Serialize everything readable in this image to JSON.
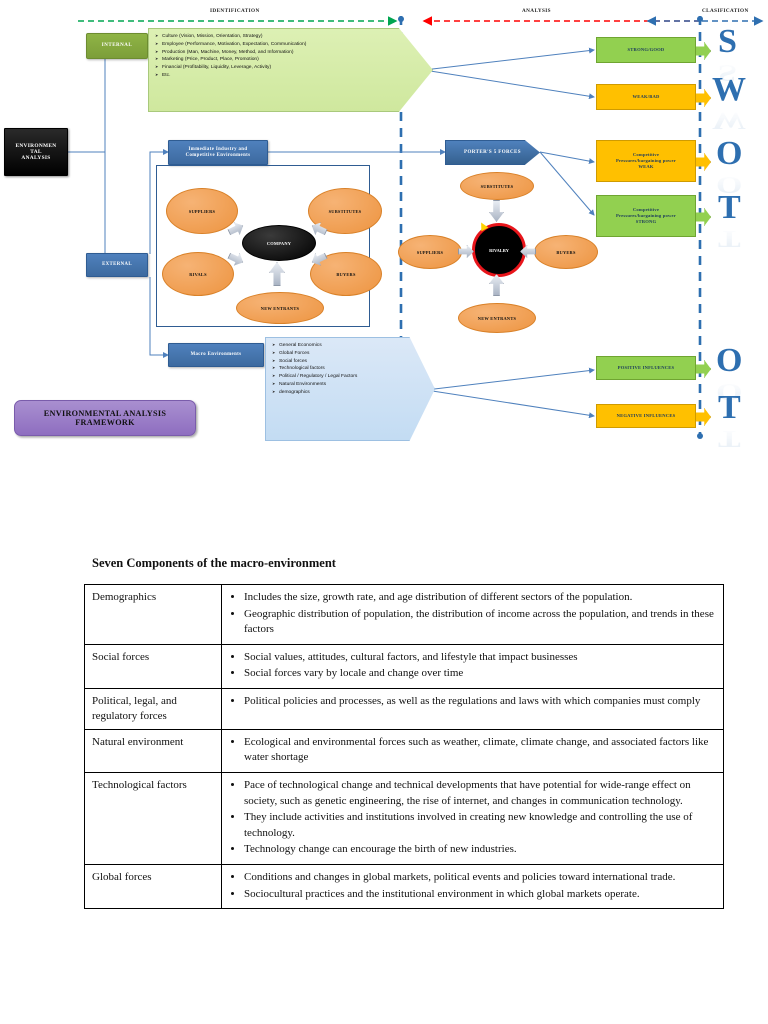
{
  "phases": [
    {
      "label": "IDENTIFICATION",
      "color": "#00a550",
      "style": "green-dashed"
    },
    {
      "label": "ANALYSIS",
      "color": "#ff0000",
      "style": "red-dashed"
    },
    {
      "label": "CLASIFICATION",
      "color": "#2e6fb0",
      "style": "blue-dashed"
    }
  ],
  "root": {
    "label": "ENVIRONMEN TAL ANALYSIS",
    "line1": "ENVIRONMEN",
    "line2": "TAL",
    "line3": "ANALYSIS"
  },
  "branches": {
    "internal": "INTERNAL",
    "external": "EXTERNAL"
  },
  "internal_panel": {
    "items": [
      "Culture (Vision, Mission, Orientation, Strategy)",
      "Employee (Performance, Motivation, Expectation, Communication)",
      "Production (Man, Machine, Money, Method, and Information)",
      "Marketing (Price, Product, Place, Promotion)",
      "Financial (Profitability, Liquidity, Leverage, Activity)",
      "Etc."
    ]
  },
  "macro_panel": {
    "label": "Macro Environments",
    "items": [
      "General Economics",
      "Global Forces",
      "Social forces",
      "Technological factors",
      "Political / Regulatory / Legal Factors",
      "Natural Environments",
      "demographics"
    ]
  },
  "immediate": {
    "line1": "Immediate Industry and",
    "line2": "Competitive Environments"
  },
  "porter_header": "PORTER'S 5 FORCES",
  "left_model": {
    "center": "COMPANY",
    "nodes": [
      "SUPPLIERS",
      "SUBSTITUTES",
      "RIVALS",
      "BUYERS",
      "NEW ENTRANTS"
    ]
  },
  "right_model": {
    "center": "RIVALRY",
    "nodes": [
      "SUBSTITUTES",
      "SUPPLIERS",
      "BUYERS",
      "NEW ENTRANTS"
    ]
  },
  "results": [
    {
      "text": "STRONG/GOOD",
      "color": "green",
      "letter": "S"
    },
    {
      "text": "WEAK/BAD",
      "color": "amber",
      "letter": "W"
    },
    {
      "text": "Competitive Pressures/bargaining power WEAK",
      "l1": "Competitive",
      "l2": "Pressures/bargaining power",
      "l3": "WEAK",
      "color": "amber",
      "letter": "O"
    },
    {
      "text": "Competitive Pressures/bargaining power STRONG",
      "l1": "Competitive",
      "l2": "Pressures/bargaining power",
      "l3": "STRONG",
      "color": "green",
      "letter": "T"
    },
    {
      "text": "POSITIVE INFLUENCES",
      "color": "green",
      "letter": "O"
    },
    {
      "text": "NEGATIVE INFLUENCES",
      "color": "amber",
      "letter": "T"
    }
  ],
  "framework_badge": {
    "line1": "ENVIRONMENTAL ANALYSIS",
    "line2": "FRAMEWORK"
  },
  "document": {
    "title": "Seven Components of the macro-environment",
    "rows": [
      {
        "key": "Demographics",
        "bullets": [
          "Includes the size, growth rate, and age distribution of different sectors of the population.",
          "Geographic distribution of population, the distribution of income across the population, and trends in these factors"
        ]
      },
      {
        "key": "Social forces",
        "bullets": [
          "Social values, attitudes, cultural factors, and lifestyle that impact businesses",
          "Social forces vary by locale and change over time"
        ]
      },
      {
        "key": "Political, legal, and regulatory forces",
        "bullets": [
          "Political policies and processes, as well as the regulations and laws with which companies must comply"
        ]
      },
      {
        "key": "Natural environment",
        "bullets": [
          "Ecological and environmental forces such as weather, climate, climate change, and associated factors like water shortage"
        ]
      },
      {
        "key": "Technological factors",
        "bullets": [
          "Pace of technological change and technical developments that have potential for wide-range effect on society, such as genetic engineering, the rise of internet, and changes in communication technology.",
          "They include activities and institutions involved in creating new knowledge and controlling the use of technology.",
          "Technology change can encourage the birth of new industries."
        ]
      },
      {
        "key": "Global forces",
        "bullets": [
          "Conditions and changes in global markets, political events and policies toward international trade.",
          "Sociocultural practices and the institutional environment in which global markets operate."
        ]
      }
    ]
  }
}
